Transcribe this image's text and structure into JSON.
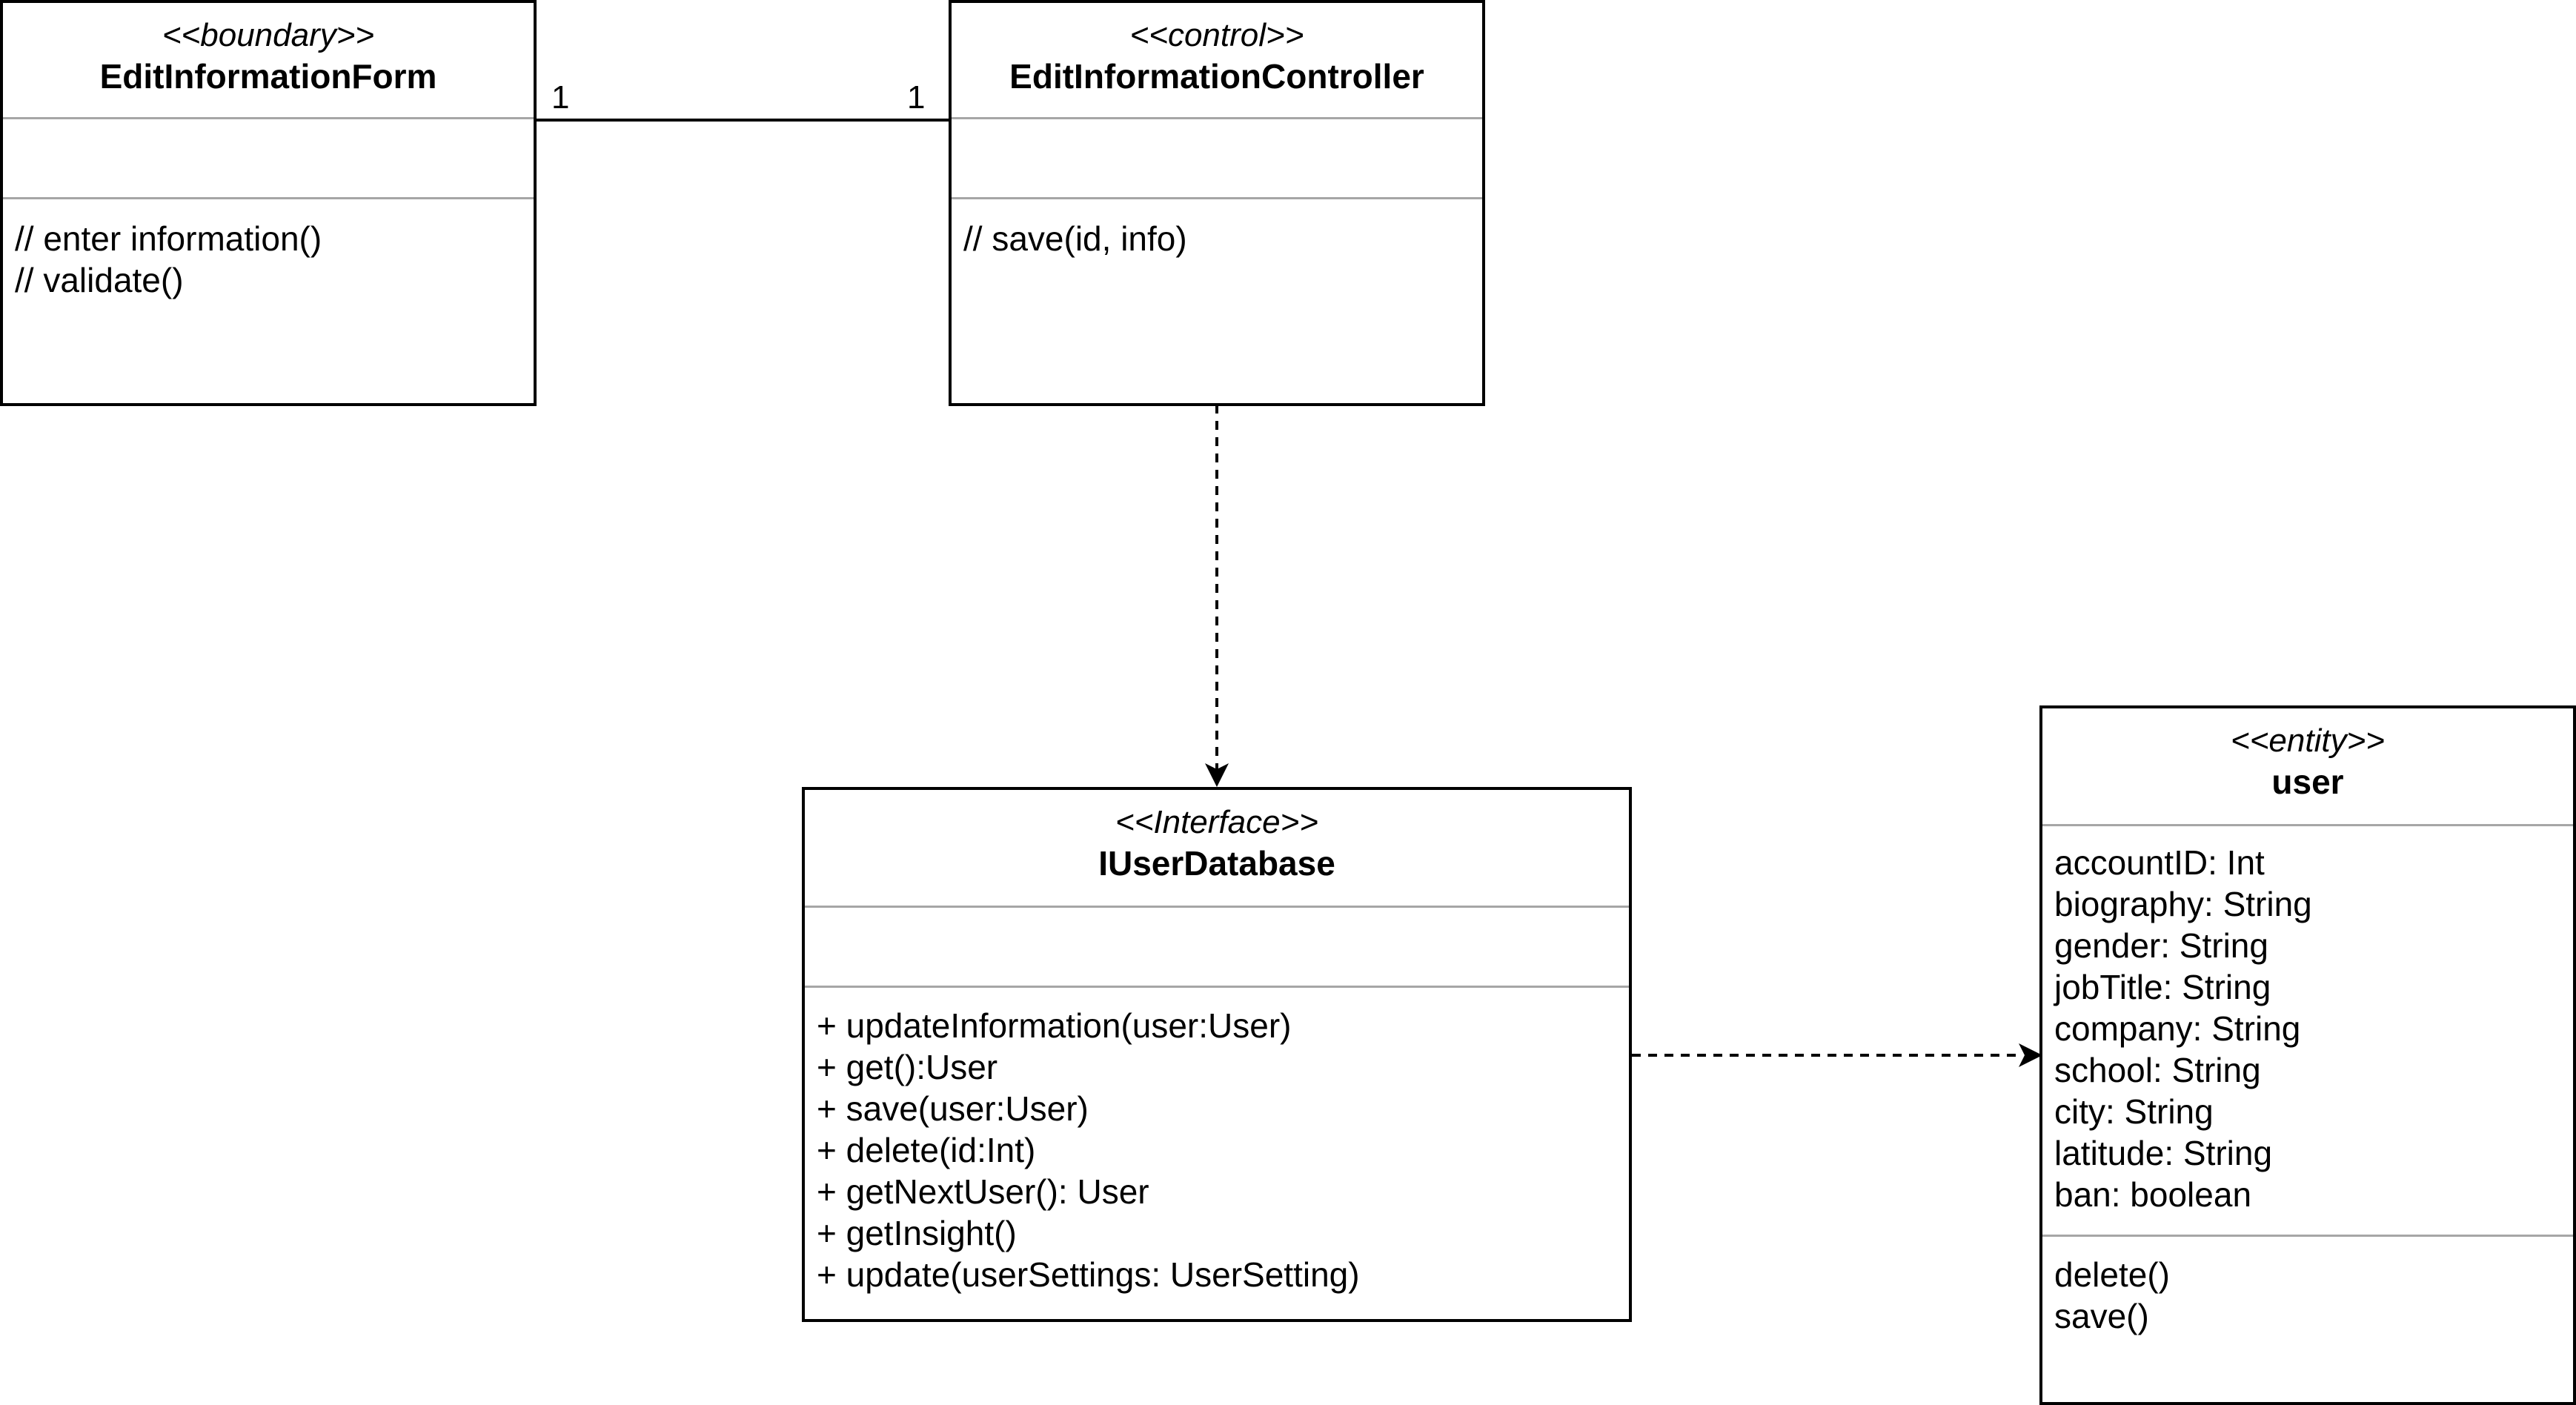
{
  "classes": {
    "form": {
      "stereotype": "<<boundary>>",
      "name": "EditInformationForm",
      "attributes": [],
      "operations": [
        "// enter information()",
        "// validate()"
      ]
    },
    "controller": {
      "stereotype": "<<control>>",
      "name": "EditInformationController",
      "attributes": [],
      "operations": [
        "// save(id, info)"
      ]
    },
    "database": {
      "stereotype": "<<Interface>>",
      "name": "IUserDatabase",
      "attributes": [],
      "operations": [
        "+ updateInformation(user:User)",
        "+ get():User",
        "+ save(user:User)",
        "+ delete(id:Int)",
        "+ getNextUser(): User",
        "+ getInsight()",
        "+ update(userSettings: UserSetting)"
      ]
    },
    "user": {
      "stereotype": "<<entity>>",
      "name": "user",
      "attributes": [
        "accountID: Int",
        "biography: String",
        "gender: String",
        "jobTitle: String",
        "company: String",
        "school: String",
        "city: String",
        "latitude: String",
        "ban: boolean"
      ],
      "operations": [
        "delete()",
        "save()"
      ]
    }
  },
  "association": {
    "from_multiplicity": "1",
    "to_multiplicity": "1"
  },
  "colors": {
    "border": "#000000",
    "separator": "#a6a6a6",
    "background": "#ffffff"
  }
}
